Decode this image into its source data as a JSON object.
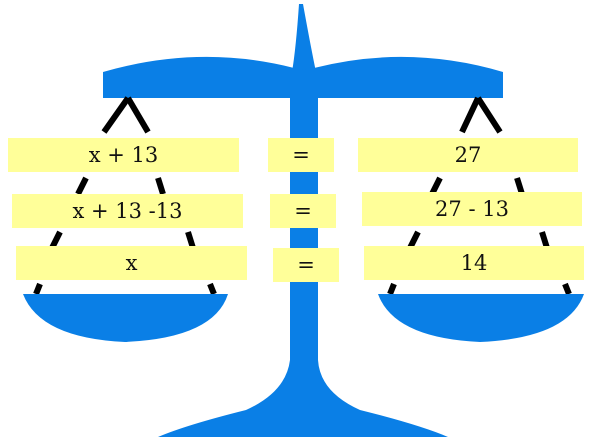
{
  "colors": {
    "scale": "#0a7fe6",
    "box": "#ffff99",
    "text": "#111111",
    "string": "#000000"
  },
  "left": {
    "rows": [
      "x + 13",
      "x + 13 -13",
      "x"
    ]
  },
  "middle": {
    "rows": [
      "=",
      "=",
      "="
    ]
  },
  "right": {
    "rows": [
      "27",
      "27 - 13",
      "14"
    ]
  }
}
